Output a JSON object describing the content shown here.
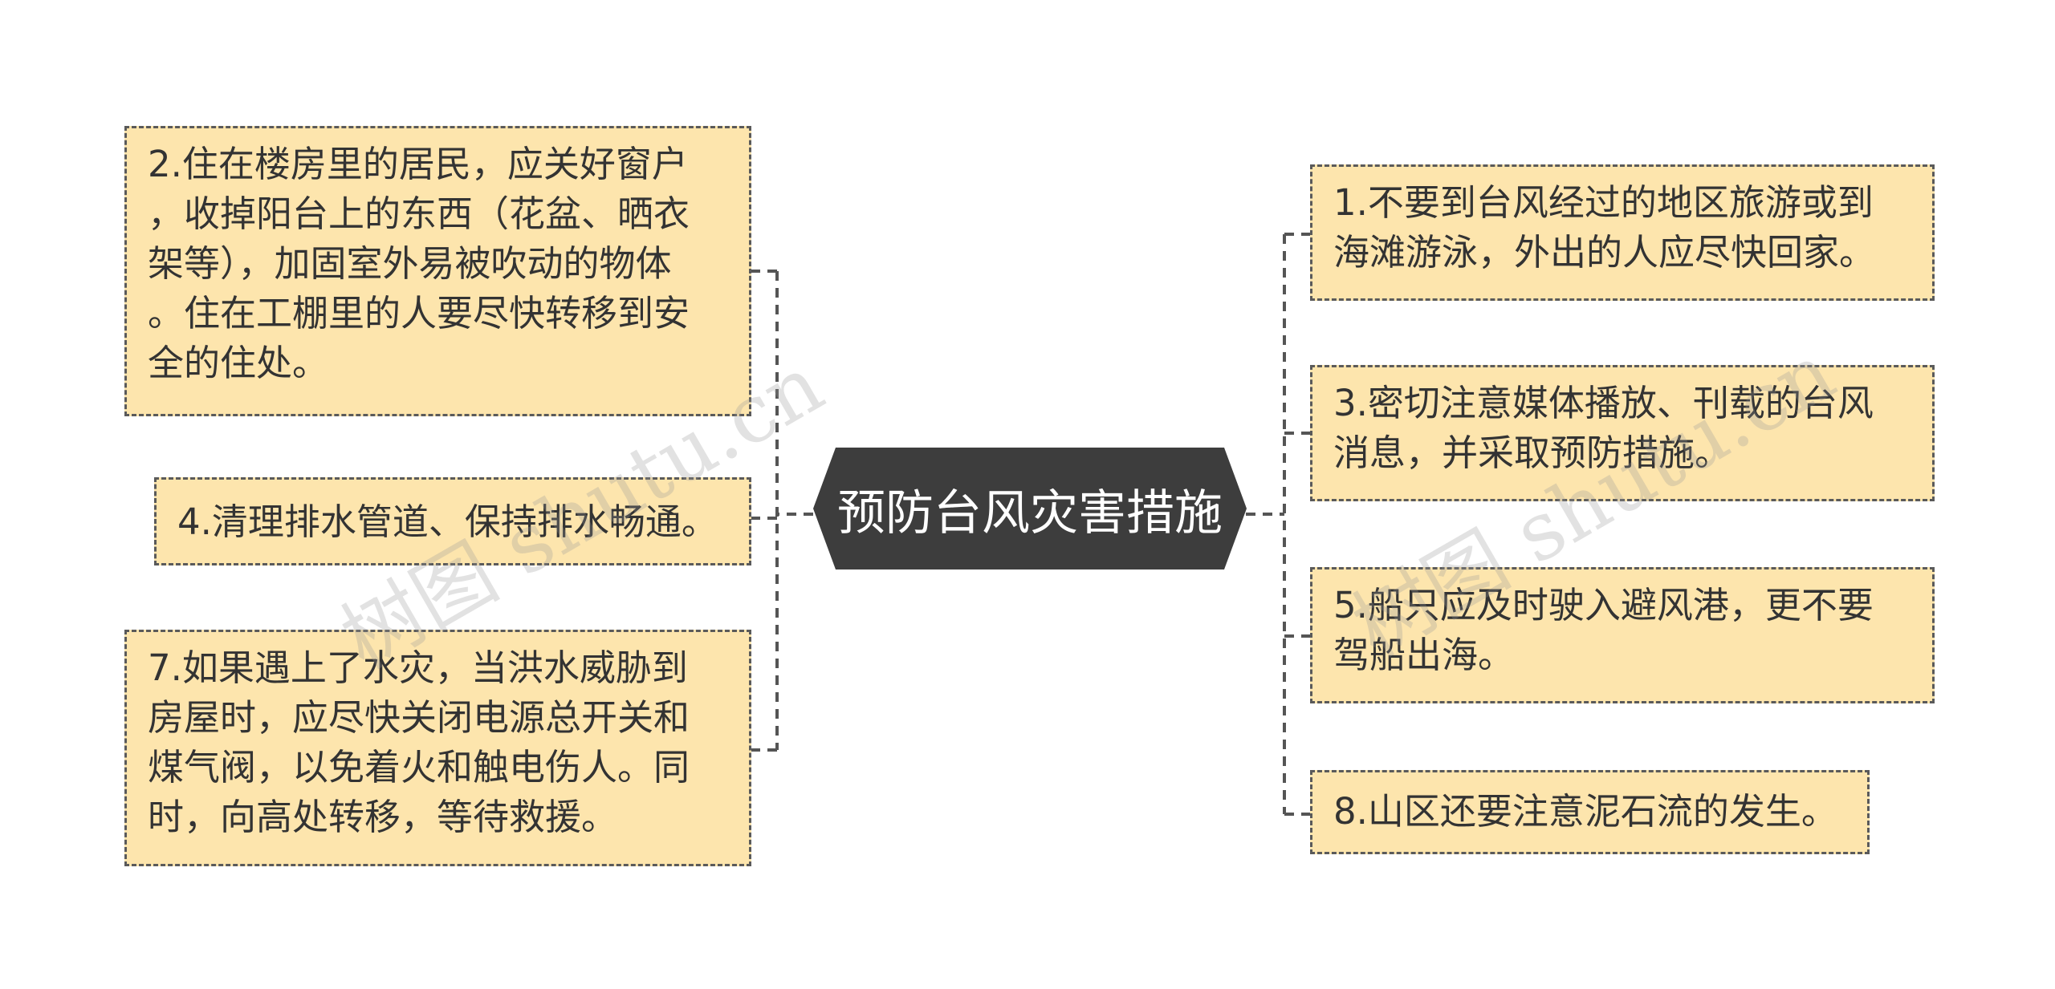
{
  "center": {
    "title": "预防台风灾害措施"
  },
  "left_nodes": [
    {
      "text": "2.住在楼房里的居民，应关好窗户\n，收掉阳台上的东西（花盆、晒衣\n架等），加固室外易被吹动的物体\n。住在工棚里的人要尽快转移到安\n全的住处。"
    },
    {
      "text": "4.清理排水管道、保持排水畅通。"
    },
    {
      "text": "7.如果遇上了水灾，当洪水威胁到\n房屋时，应尽快关闭电源总开关和\n煤气阀，以免着火和触电伤人。同\n时，向高处转移，等待救援。"
    }
  ],
  "right_nodes": [
    {
      "text": "1.不要到台风经过的地区旅游或到\n海滩游泳，外出的人应尽快回家。"
    },
    {
      "text": "3.密切注意媒体播放、刊载的台风\n消息，并采取预防措施。"
    },
    {
      "text": "5.船只应及时驶入避风港，更不要\n驾船出海。"
    },
    {
      "text": "8.山区还要注意泥石流的发生。"
    }
  ],
  "watermarks": [
    "树图 shutu.cn",
    "树图 shutu.cn"
  ],
  "colors": {
    "node_fill": "#fde5ad",
    "node_border": "#5a5a5a",
    "center_fill": "#3d3d3d",
    "center_text": "#ffffff",
    "connector": "#555555"
  }
}
